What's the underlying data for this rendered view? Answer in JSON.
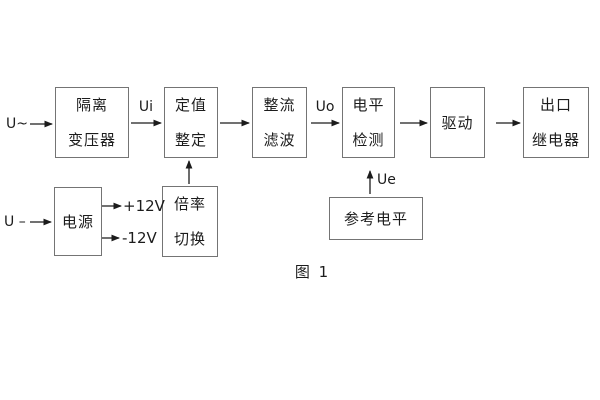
{
  "figure": {
    "caption": "图 1",
    "blocks": {
      "isolation_transformer": {
        "lines": [
          "隔离",
          "变压器"
        ]
      },
      "setpoint_adjust": {
        "lines": [
          "定值",
          "整定"
        ]
      },
      "rectifier_filter": {
        "lines": [
          "整流",
          "滤波"
        ]
      },
      "level_detect": {
        "lines": [
          "电平",
          "检测"
        ]
      },
      "driver": {
        "lines": [
          "驱动"
        ]
      },
      "output_relay": {
        "lines": [
          "出口",
          "继电器"
        ]
      },
      "power_supply": {
        "lines": [
          "电源"
        ]
      },
      "ratio_switch": {
        "lines": [
          "倍率",
          "切换"
        ]
      },
      "reference_level": {
        "lines": [
          "参考电平"
        ]
      }
    },
    "signals": {
      "ac_input": "U~",
      "dc_input": "U –",
      "ui": "Ui",
      "uo": "Uo",
      "ue": "Ue",
      "plus_12v": "+12V",
      "minus_12v": "-12V"
    },
    "colors": {
      "background": "#ffffff",
      "box_border": "#747474",
      "line": "#1c1c1c",
      "text": "#1c1c1c"
    }
  }
}
